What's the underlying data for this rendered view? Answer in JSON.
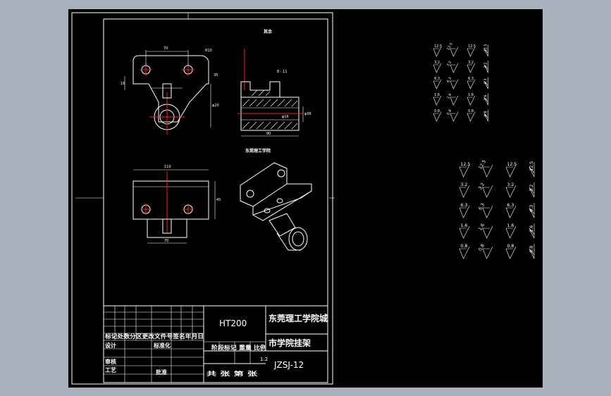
{
  "drawing": {
    "material": "HT200",
    "school_line1": "东莞理工学院城",
    "school_line2": "市学院挂架",
    "drawing_no": "JZSJ-12",
    "scale": "1:2",
    "note_top": "其余",
    "section_label": "东莞理工学院",
    "header_row": "标记处数分区更改文件号签名年月日",
    "design": "设计",
    "standardize": "标准化",
    "stage_row": "阶段标记 重量 比例",
    "review": "审核",
    "process": "工艺",
    "approve": "批准",
    "sheets": "共 张 第 张"
  },
  "roughness_small": [
    "12.5",
    "3.2",
    "6.3",
    "1.6",
    "0.8"
  ],
  "roughness_large": [
    "12.5",
    "3.2",
    "6.3",
    "1.6",
    "0.8"
  ],
  "colors": {
    "background": "#a9b1bc",
    "canvas": "#000000",
    "line": "#ffffff",
    "center": "#ff2020"
  }
}
